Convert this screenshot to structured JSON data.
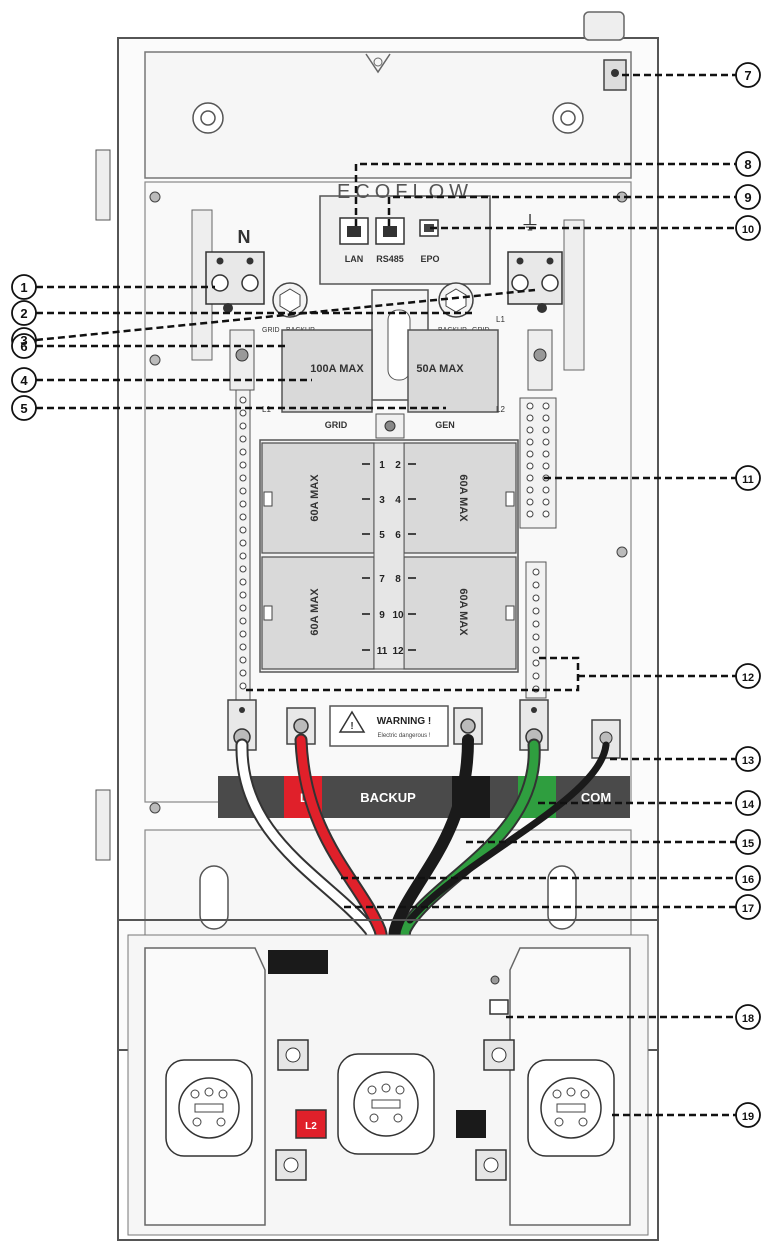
{
  "brand": "ECOFLOW",
  "terminals": {
    "neutral": "N",
    "ground": "⏚"
  },
  "ports": {
    "lan": "LAN",
    "rs485": "RS485",
    "epo": "EPO"
  },
  "bus_labels": {
    "grid_left": "GRID",
    "backup_left": "BACKUP",
    "backup_right": "BACKUP",
    "grid_right": "GRID",
    "l1_top": "L1",
    "l1_bottom": "L1",
    "l2_bottom": "L2",
    "grid_bottom": "GRID",
    "gen_bottom": "GEN"
  },
  "main_breakers": {
    "grid": "100A MAX",
    "gen": "50A MAX"
  },
  "circuit_breakers": {
    "top_left": "60A MAX",
    "top_right": "60A MAX",
    "bottom_left": "60A MAX",
    "bottom_right": "60A MAX"
  },
  "circuit_numbers": [
    "1",
    "2",
    "3",
    "4",
    "5",
    "6",
    "7",
    "8",
    "9",
    "10",
    "11",
    "12"
  ],
  "warning": {
    "title": "WARNING !",
    "subtitle": "Electric dangerous !"
  },
  "strip": {
    "l1": "L1",
    "backup": "BACKUP",
    "com": "COM"
  },
  "plug_label": "L2",
  "callouts": [
    "1",
    "2",
    "3",
    "4",
    "5",
    "6",
    "7",
    "8",
    "9",
    "10",
    "11",
    "12",
    "13",
    "14",
    "15",
    "16",
    "17",
    "18",
    "19"
  ],
  "colors": {
    "red_wire": "#e0202a",
    "black_wire": "#1a1a1a",
    "green_wire": "#2f9e3f",
    "white_wire": "#ffffff",
    "breaker_fill": "#d9d9d9",
    "strip_dark": "#4a4a4a"
  }
}
